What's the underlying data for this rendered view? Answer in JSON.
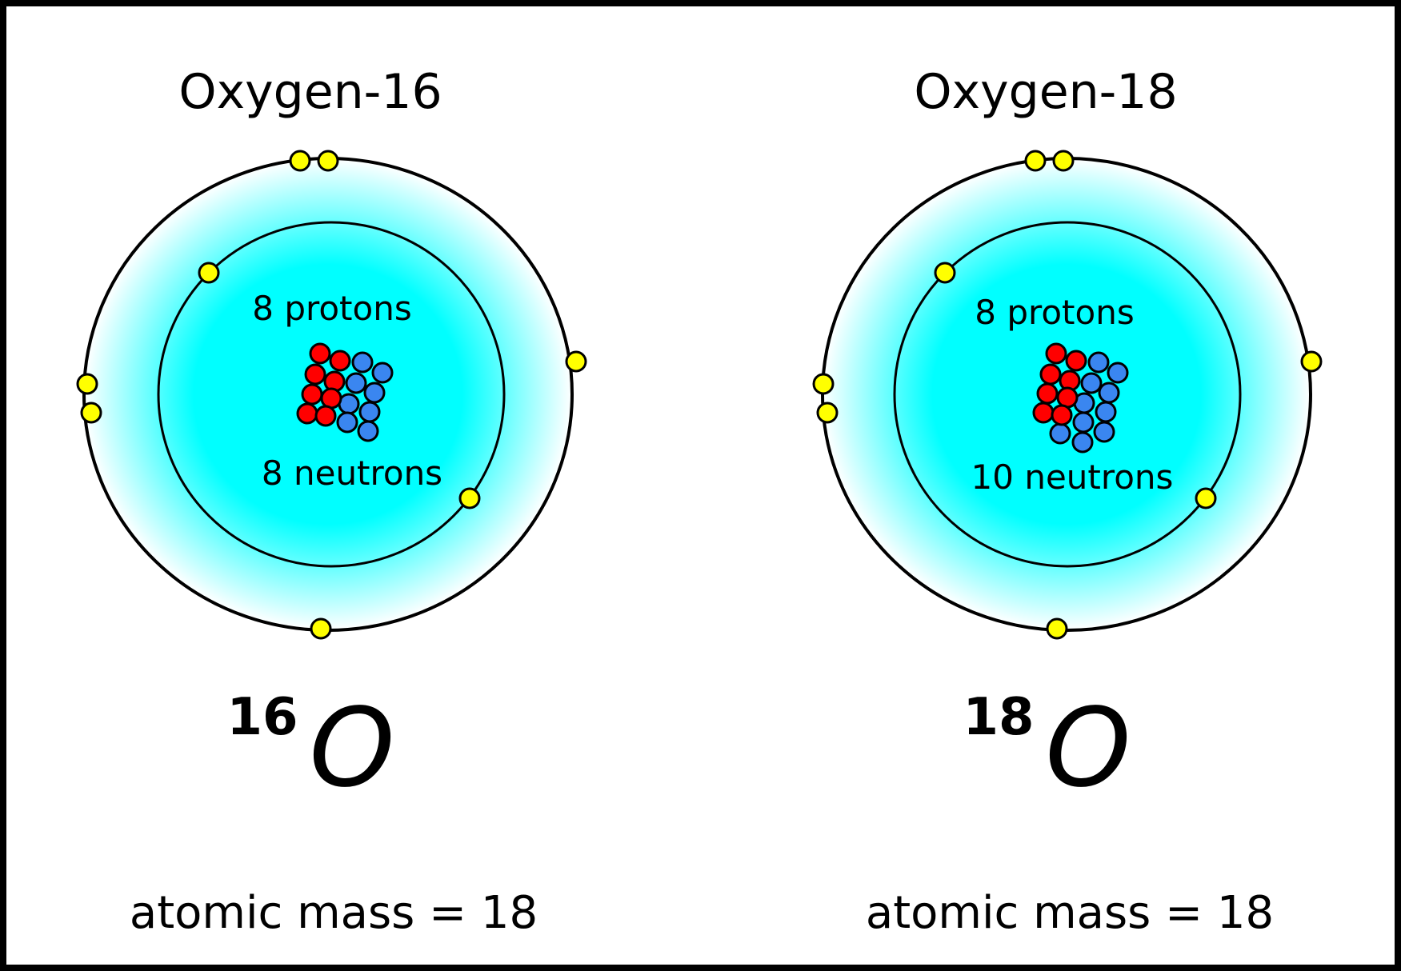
{
  "colors": {
    "background": "#ffffff",
    "border": "#000000",
    "cloud_center": "#00ffff",
    "cloud_edge": "#ffffff",
    "proton": "#ff0000",
    "neutron": "#3a86f0",
    "electron": "#ffff00",
    "outline": "#000000"
  },
  "atoms": [
    {
      "title": "Oxygen-16",
      "protons_label": "8 protons",
      "neutrons_label": "8 neutrons",
      "mass_number": "16",
      "symbol": "O",
      "atomic_mass_label": "atomic mass = 18",
      "proton_count": 8,
      "neutron_count": 8,
      "electron_count": 8
    },
    {
      "title": "Oxygen-18",
      "protons_label": "8 protons",
      "neutrons_label": "10 neutrons",
      "mass_number": "18",
      "symbol": "O",
      "atomic_mass_label": "atomic mass = 18",
      "proton_count": 8,
      "neutron_count": 10,
      "electron_count": 8
    }
  ]
}
